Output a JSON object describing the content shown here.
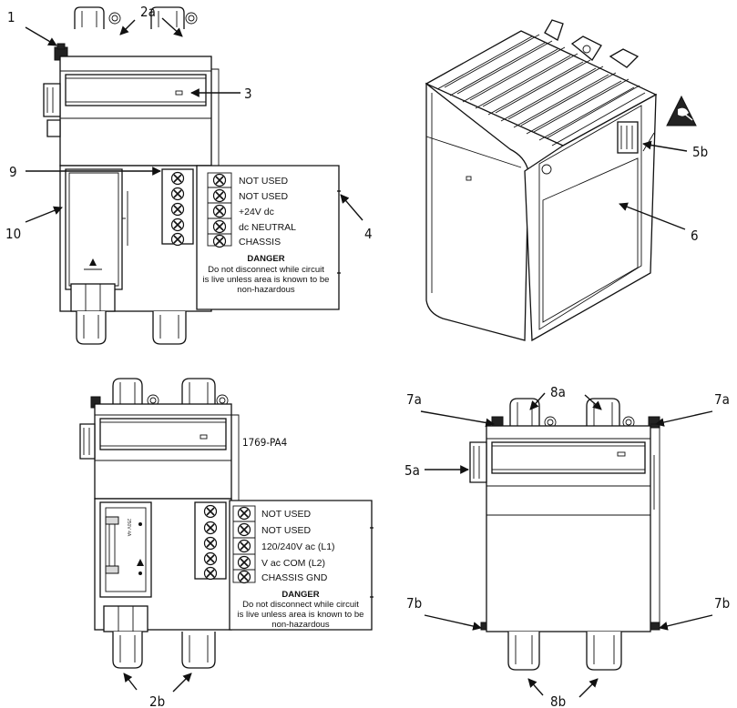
{
  "callouts": {
    "c1": "1",
    "c2a": "2a",
    "c3": "3",
    "c9": "9",
    "c10": "10",
    "c4": "4",
    "c5b": "5b",
    "c6": "6",
    "c2b": "2b",
    "c7a_left": "7a",
    "c7a_right": "7a",
    "c8a": "8a",
    "c5a": "5a",
    "c7b_left": "7b",
    "c7b_right": "7b",
    "c8b": "8b"
  },
  "top_terminal_labels": [
    "NOT USED",
    "NOT USED",
    "+24V dc",
    "dc NEUTRAL",
    "CHASSIS"
  ],
  "top_danger": {
    "title": "DANGER",
    "line1": "Do not disconnect while circuit",
    "line2": "is live unless area is known to be",
    "line3": "non-hazardous"
  },
  "bottom_model": "1769-PA4",
  "bottom_terminal_labels": [
    "NOT USED",
    "NOT USED",
    "120/240V ac (L1)",
    "V ac COM (L2)",
    "CHASSIS GND"
  ],
  "bottom_danger": {
    "title": "DANGER",
    "line1": "Do not disconnect while circuit",
    "line2": "is live unless area is known to be",
    "line3": "non-hazardous"
  },
  "fuse_text": "250V 4A"
}
